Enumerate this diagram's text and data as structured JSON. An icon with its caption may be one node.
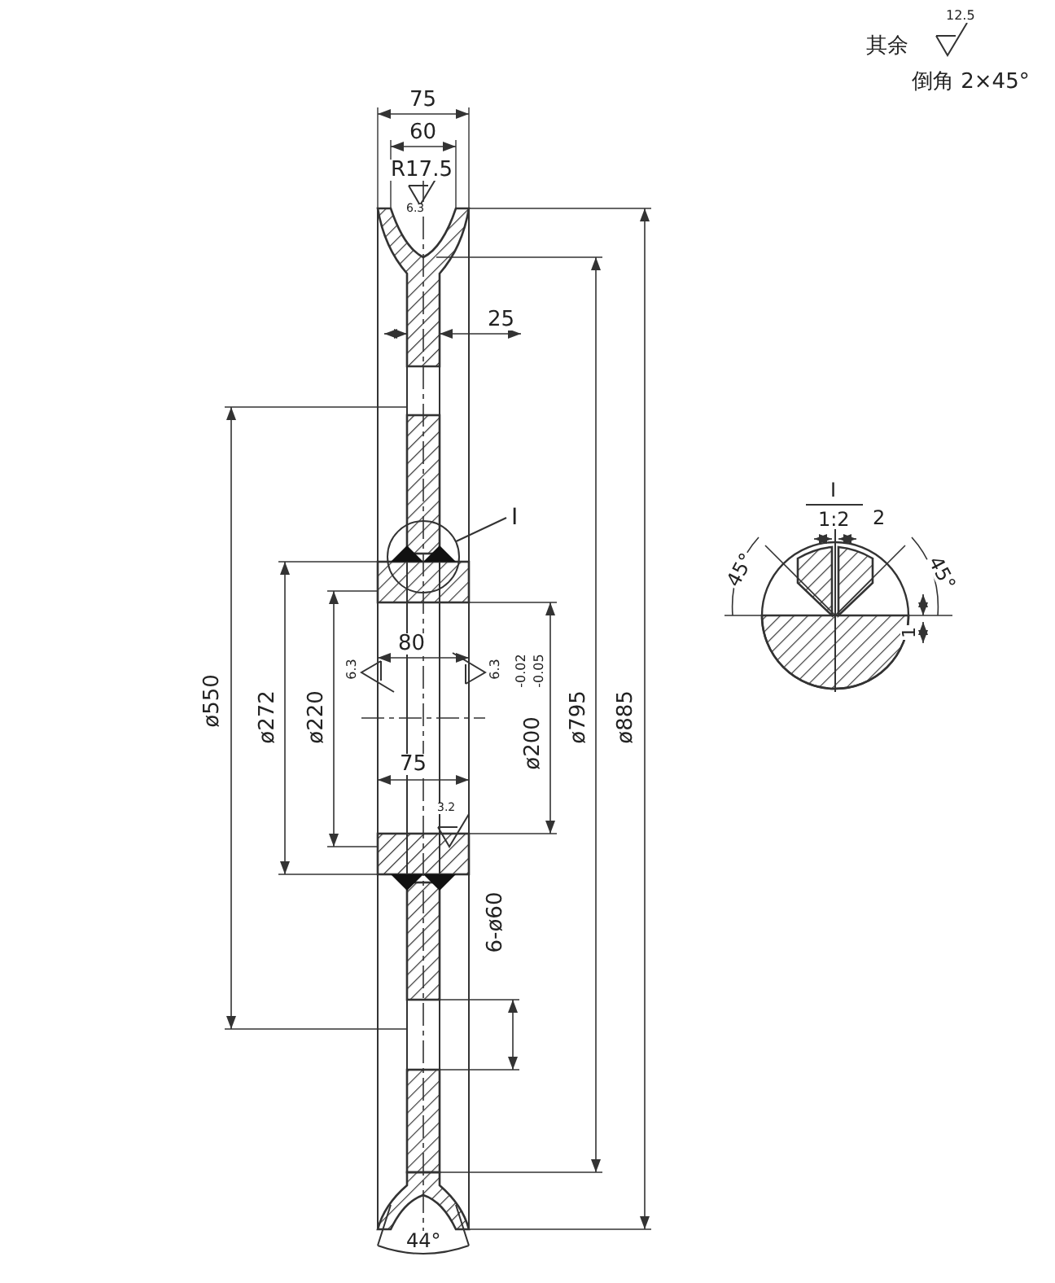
{
  "diagram": {
    "nodes": [
      {
        "text": [
          "I"
        ]
      },
      {
        "text": [],
        "shape": "circle"
      }
    ],
    "edges": [
      {
        "from": 0,
        "to": 1,
        "arrow": "none"
      }
    ],
    "labels": [
      "其余",
      "12.5",
      "倒角 2×45°",
      "75",
      "60",
      "R17.5",
      "6.3",
      "25",
      "I",
      "1:2",
      "2",
      "45°",
      "45°",
      "1",
      "80",
      "6.3",
      "6.3",
      "ø550",
      "ø272",
      "ø220",
      "ø200",
      "-0.02",
      "-0.05",
      "ø795",
      "ø885",
      "75",
      "3.2",
      "6-ø60",
      "44°"
    ]
  }
}
